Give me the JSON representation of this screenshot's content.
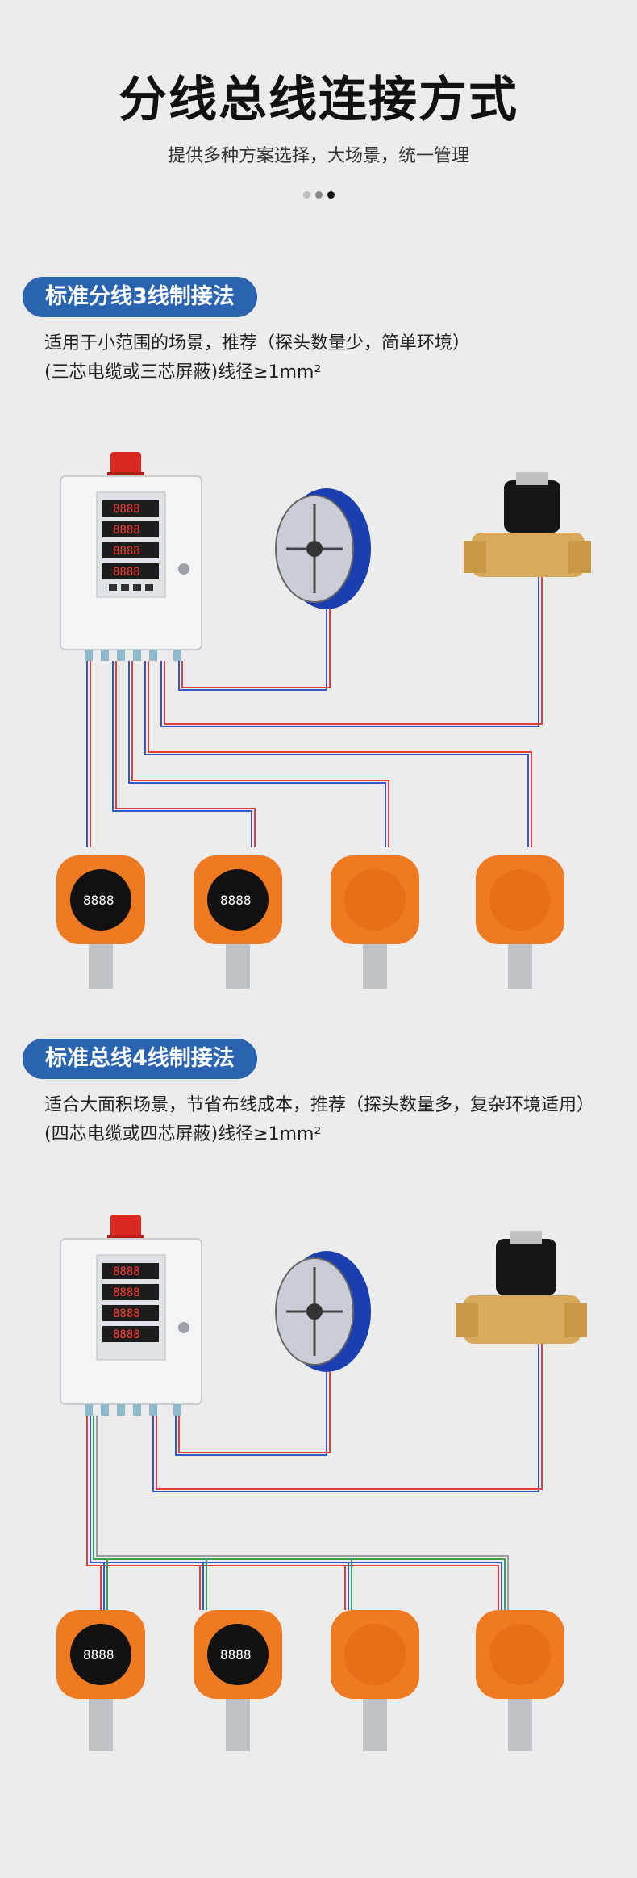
{
  "header": {
    "title": "分线总线连接方式",
    "subtitle": "提供多种方案选择，大场景，统一管理",
    "dots": [
      "#bdbdbd",
      "#888888",
      "#111111"
    ]
  },
  "sections": [
    {
      "label": "标准分线3线制接法",
      "desc_line1": "适用于小范围的场景，推荐（探头数量少，简单环境）",
      "desc_line2": "(三芯电缆或三芯屏蔽)线径≥1mm²"
    },
    {
      "label": "标准总线4线制接法",
      "desc_line1": "适合大面积场景，节省布线成本，推荐（探头数量多，复杂环境适用）",
      "desc_line2": "(四芯电缆或四芯屏蔽)线径≥1mm²"
    }
  ],
  "colors": {
    "accent_blue": "#2a63b0",
    "detector_orange": "#f07a22",
    "wire_red": "#e0403a",
    "wire_blue": "#3558c8",
    "wire_green": "#3aa055"
  },
  "devices": {
    "controller_screens": [
      "8888",
      "8888",
      "8888",
      "8888"
    ],
    "detector_display": "8888"
  }
}
